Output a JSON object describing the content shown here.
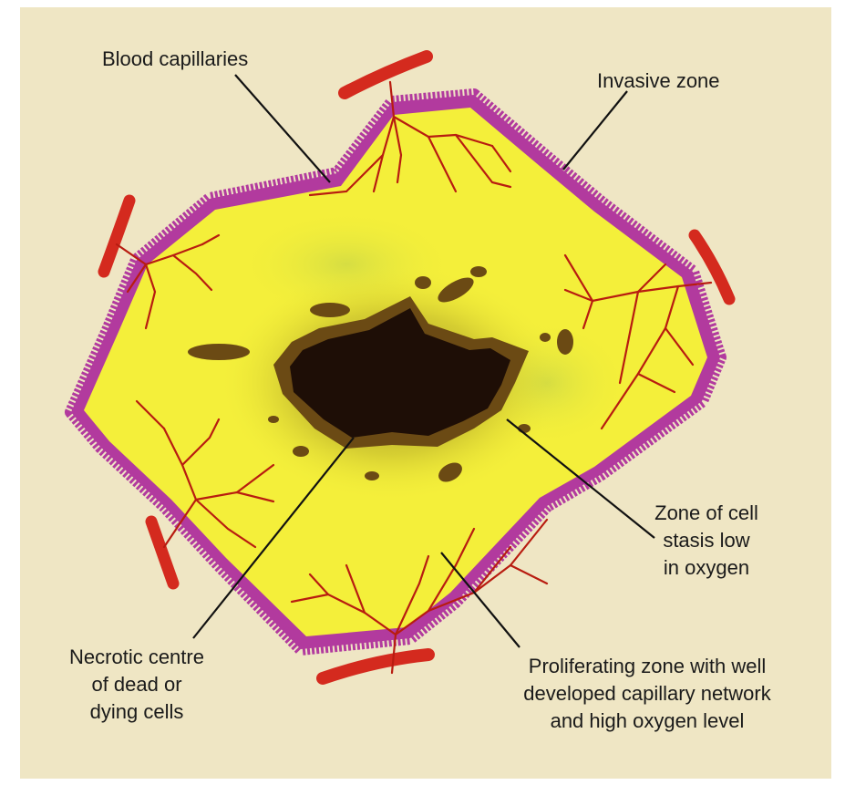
{
  "colors": {
    "background": "#efe6c4",
    "tumour_fill": "#f4ef3a",
    "invasive_border": "#b23a9e",
    "capillary": "#d42a1e",
    "necrotic_core": "#1e0e06",
    "stasis_halo": "#6b4a14",
    "leader_line": "#111111"
  },
  "labels": {
    "blood_capillaries": "Blood capillaries",
    "invasive_zone": "Invasive zone",
    "stasis_zone": [
      "Zone of cell",
      "stasis low",
      "in oxygen"
    ],
    "necrotic_centre": [
      "Necrotic centre",
      "of dead or",
      "dying cells"
    ],
    "proliferating_zone": [
      "Proliferating zone with well",
      "developed capillary network",
      "and high oxygen level"
    ]
  }
}
